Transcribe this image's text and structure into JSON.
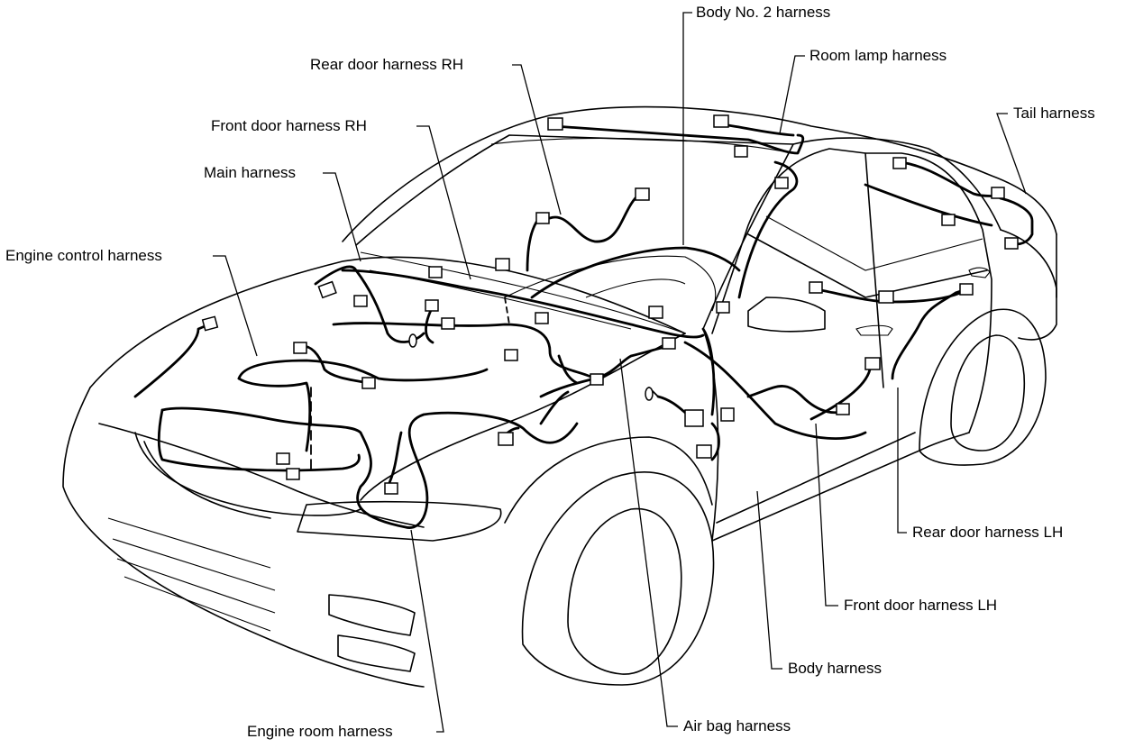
{
  "labels": {
    "body_no2_harness": "Body No. 2 harness",
    "room_lamp_harness": "Room lamp harness",
    "tail_harness": "Tail harness",
    "rear_door_harness_rh": "Rear door harness RH",
    "front_door_harness_rh": "Front door harness RH",
    "main_harness": "Main harness",
    "engine_control_harness": "Engine control harness",
    "rear_door_harness_lh": "Rear door harness LH",
    "front_door_harness_lh": "Front door harness LH",
    "body_harness": "Body harness",
    "air_bag_harness": "Air bag harness",
    "engine_room_harness": "Engine room harness"
  },
  "colors": {
    "line": "#000000",
    "background": "#ffffff"
  }
}
